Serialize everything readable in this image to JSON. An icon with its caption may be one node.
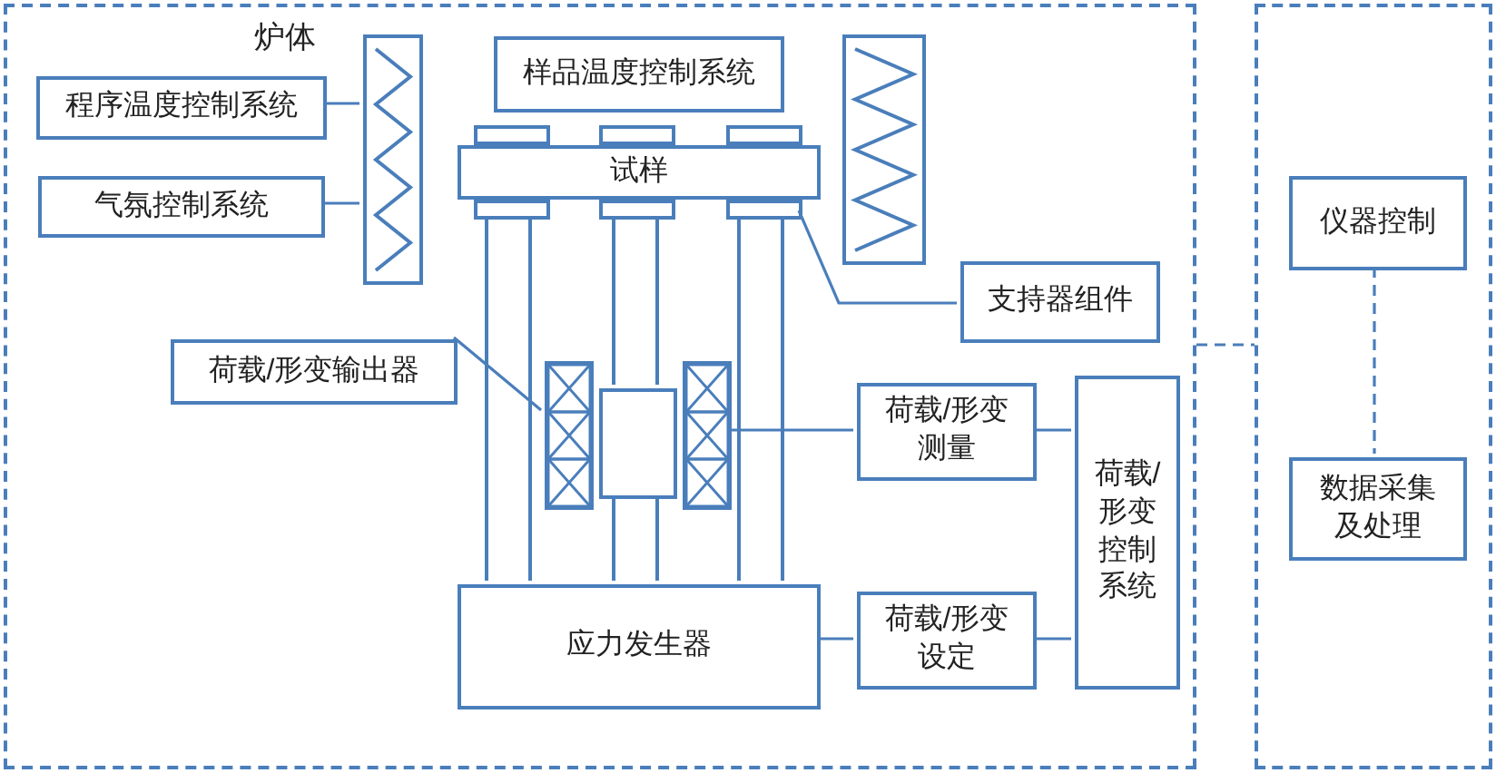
{
  "diagram": {
    "nodes": [
      {
        "text": [
          "炉体"
        ]
      },
      {
        "text": [],
        "shape": "box"
      },
      {
        "text": [
          "程序温度控制系统"
        ],
        "in": 0
      },
      {
        "text": [
          "气氛控制系统"
        ],
        "in": 0
      },
      {
        "text": [],
        "shape": "box",
        "in": 0
      },
      {
        "text": [
          "样品温度控制系统"
        ],
        "in": 0
      },
      {
        "text": [],
        "shape": "box",
        "in": 0
      },
      {
        "text": [
          "试样"
        ],
        "in": 0
      },
      {
        "text": [
          "支持器组件"
        ],
        "in": 0
      },
      {
        "text": [
          "荷载/形变输出器"
        ],
        "in": 0
      },
      {
        "text": [],
        "shape": "box",
        "in": 0
      },
      {
        "text": [],
        "shape": "box",
        "in": 0
      },
      {
        "text": [],
        "shape": "box",
        "in": 0
      },
      {
        "text": [
          "荷载/形变测量"
        ],
        "in": 0
      },
      {
        "text": [
          "荷载/形变控制系统"
        ],
        "in": 0
      },
      {
        "text": [
          "应力发生器"
        ],
        "in": 0
      },
      {
        "text": [
          "荷载/形变设定"
        ],
        "in": 0
      },
      {
        "text": [
          "仪器控制"
        ],
        "in": 1
      },
      {
        "text": [
          "数据采集及处理"
        ],
        "in": 1
      },
      {
        "text": [],
        "shape": "box",
        "in": 0
      },
      {
        "text": [],
        "shape": "box",
        "in": 0
      },
      {
        "text": [],
        "shape": "box",
        "in": 0
      },
      {
        "text": [],
        "shape": "box",
        "in": 0
      },
      {
        "text": [],
        "shape": "box",
        "in": 0
      },
      {
        "text": [],
        "shape": "box",
        "in": 0
      }
    ],
    "edges": [
      {
        "from": 2,
        "to": 4,
        "arrow": "none"
      },
      {
        "from": 3,
        "to": 4,
        "arrow": "none"
      },
      {
        "from": 9,
        "to": 10,
        "arrow": "none"
      },
      {
        "from": 8,
        "to": 24,
        "arrow": "none"
      },
      {
        "from": 12,
        "to": 13,
        "arrow": "none"
      },
      {
        "from": 13,
        "to": 14,
        "arrow": "none"
      },
      {
        "from": 15,
        "to": 16,
        "arrow": "none"
      },
      {
        "from": 16,
        "to": 14,
        "arrow": "none"
      },
      {
        "from": 0,
        "to": 1,
        "arrow": "none",
        "style": "dashed"
      },
      {
        "from": 17,
        "to": 18,
        "arrow": "none",
        "style": "dashed"
      }
    ]
  }
}
